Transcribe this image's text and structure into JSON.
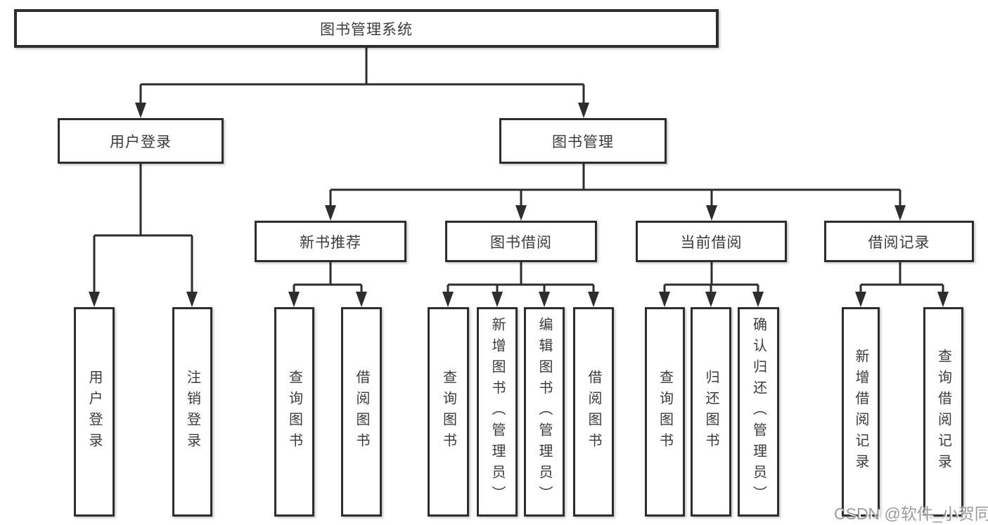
{
  "diagram": {
    "root": {
      "label": "图书管理系统"
    },
    "branches": [
      {
        "label": "用户登录",
        "children": [
          {
            "label": "用户登录"
          },
          {
            "label": "注销登录"
          }
        ]
      },
      {
        "label": "图书管理",
        "children": [
          {
            "label": "新书推荐",
            "children": [
              {
                "label": "查询图书"
              },
              {
                "label": "借阅图书"
              }
            ]
          },
          {
            "label": "图书借阅",
            "children": [
              {
                "label": "查询图书"
              },
              {
                "label": "新增图书（管理员）"
              },
              {
                "label": "编辑图书（管理员）"
              },
              {
                "label": "借阅图书"
              }
            ]
          },
          {
            "label": "当前借阅",
            "children": [
              {
                "label": "查询图书"
              },
              {
                "label": "归还图书"
              },
              {
                "label": "确认归还（管理员）"
              }
            ]
          },
          {
            "label": "借阅记录",
            "children": [
              {
                "label": "新增借阅记录"
              },
              {
                "label": "查询借阅记录"
              }
            ]
          }
        ]
      }
    ]
  },
  "watermark": {
    "text": "CSDN @软件_小贺同学"
  },
  "colors": {
    "line": "#2d2d2d",
    "box_border": "#2d2d2d",
    "text": "#3b3b3b",
    "background": "#ffffff",
    "watermark": "#9b9b9b"
  }
}
